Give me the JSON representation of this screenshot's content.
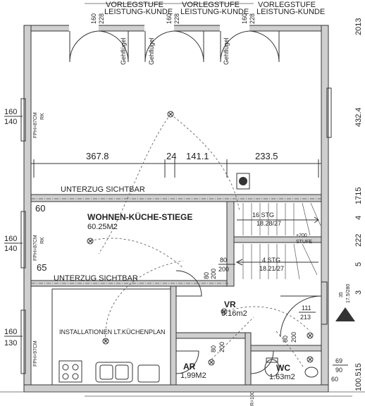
{
  "top_labels": {
    "vorlegstufe_1": "VORLEGSTUFE",
    "leistung_1": "LEISTUNG-KUNDE",
    "vorlegstufe_2": "VORLEGSTUFE",
    "leistung_2": "LEISTUNG-KUNDE",
    "vorlegstufe_3": "VORLEGSTUFE",
    "leistung_3": "LEISTUNG-KUNDE",
    "door_dim_a": "160",
    "door_dim_b": "228"
  },
  "gehfluegel": "Gehflügel",
  "rooms": {
    "wohnen_name": "WOHNEN-KÜCHE-STIEGE",
    "wohnen_area": "60.25M2",
    "vr_name": "VR",
    "vr_area": "5.16m2",
    "ar_name": "AR",
    "ar_area": "1,99M2",
    "wc_name": "WC",
    "wc_area": "1.63m2"
  },
  "dimensions": {
    "d1": "367.8",
    "d2": "24",
    "d3": "141.1",
    "d4": "233.5",
    "d60": "60",
    "d65": "65"
  },
  "labels": {
    "unterzug_1": "UNTERZUG SICHTBAR",
    "unterzug_2": "UNTERZUG SICHTBAR",
    "kitchen_note": "INSTALLATIONEN LT.KÜCHENPLAN"
  },
  "windows": {
    "w1_top": "160",
    "w1_bottom": "140",
    "w1_fph": "FPH=87CM",
    "w2_top": "160",
    "w2_bottom": "140",
    "w2_fph": "FPH=87CM",
    "w3_top": "160",
    "w3_bottom": "130",
    "w3_fph": "FPH=97CM",
    "rk": "RK"
  },
  "stairs": {
    "stg_upper_a": "16 STG",
    "stg_upper_b": "18.28/27",
    "stg_lower_a": "4 STG",
    "stg_lower_b": "18.21/27",
    "plus200": "+200",
    "stufe": "STUFE"
  },
  "doors": {
    "vr_w": "80",
    "vr_h": "200",
    "ar_w": "80",
    "ar_h": "200",
    "wc_w": "80",
    "wc_h": "200",
    "ent_w": "111",
    "ent_h": "213",
    "win_69": "69",
    "win_90": "90",
    "win_60": "60",
    "v80": "80",
    "v200": "200"
  },
  "right_margin": {
    "t1": "2013",
    "t2": "432.4",
    "t3": "1715",
    "t4": "4",
    "t5": "222",
    "t6": "5",
    "t7": "3",
    "t8": "100.515",
    "t9": "35",
    "t10": "17.5/280"
  },
  "bottom_label": "R=100"
}
